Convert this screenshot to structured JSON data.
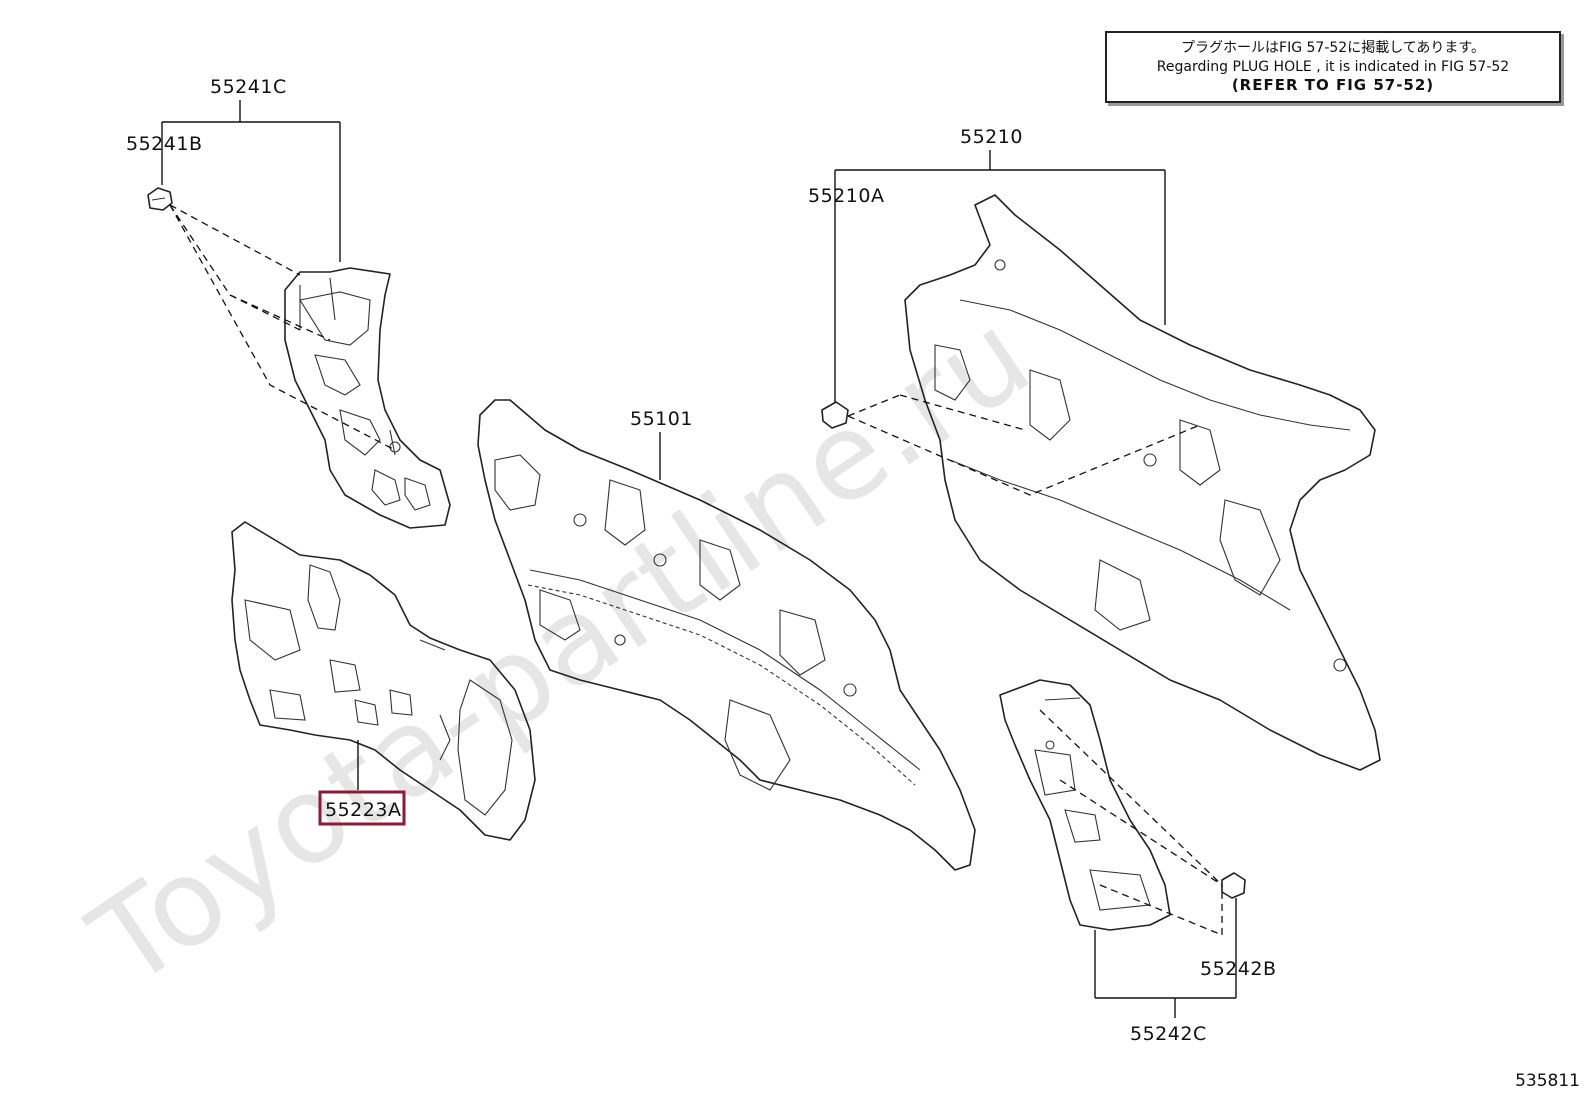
{
  "watermark": "Toyota-partline.ru",
  "note": {
    "line1": "プラグホールはFIG 57‐52に掲載してあります。",
    "line2": "Regarding  PLUG  HOLE , it is indicated in FIG  57‐52",
    "line3": "(REFER TO FIG 57-52)"
  },
  "labels": {
    "p55241C": "55241C",
    "p55241B": "55241B",
    "p55210": "55210",
    "p55210A": "55210A",
    "p55101": "55101",
    "p55223A": "55223A",
    "p55242B": "55242B",
    "p55242C": "55242C"
  },
  "highlight_color": "#8b1a3a",
  "figure_id": "535811"
}
